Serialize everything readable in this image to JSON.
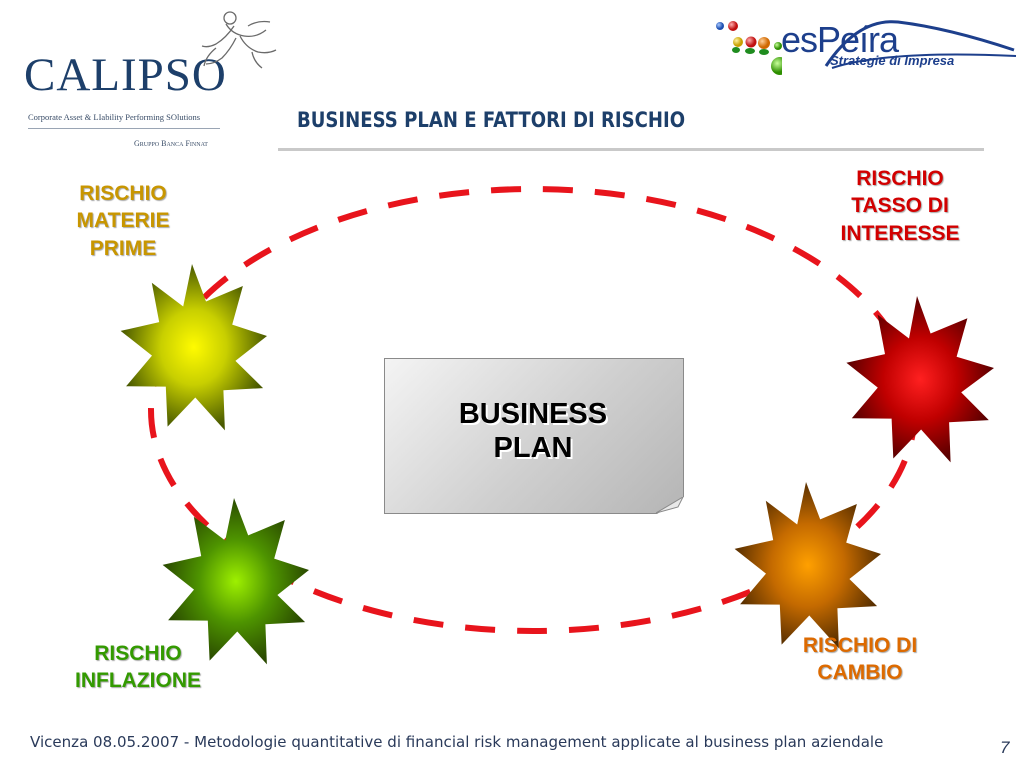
{
  "logos": {
    "calipso": {
      "name": "CALIPSO",
      "tagline": "Corporate Asset & LIability Performing SOlutions",
      "group": "Gruppo Banca Finnat"
    },
    "esperia": {
      "name": "esPeíra",
      "tagline": "Strategie di Impresa"
    }
  },
  "title": "BUSINESS PLAN E FATTORI DI RISCHIO",
  "center_box": {
    "line1": "BUSINESS",
    "line2": "PLAN"
  },
  "risks": {
    "materie_prime": {
      "line1": "RISCHIO",
      "line2": "MATERIE",
      "line3": "PRIME",
      "color": "#c89600",
      "star_color": "#9aa600"
    },
    "tasso_interesse": {
      "line1": "RISCHIO",
      "line2": "TASSO DI",
      "line3": "INTERESSE",
      "color": "#d20000",
      "star_color": "#b30000"
    },
    "inflazione": {
      "line1": "RISCHIO",
      "line2": "INFLAZIONE",
      "color": "#339a00",
      "star_color": "#4f8a00"
    },
    "cambio": {
      "line1": "RISCHIO DI",
      "line2": "CAMBIO",
      "color": "#dd6a00",
      "star_color": "#c86a00"
    }
  },
  "colors": {
    "title": "#1d3f6a",
    "dashed_ellipse": "#e8141c"
  },
  "footer": {
    "text": "Vicenza 08.05.2007 - Metodologie quantitative di financial risk management applicate al business plan aziendale",
    "page_number": "7"
  }
}
